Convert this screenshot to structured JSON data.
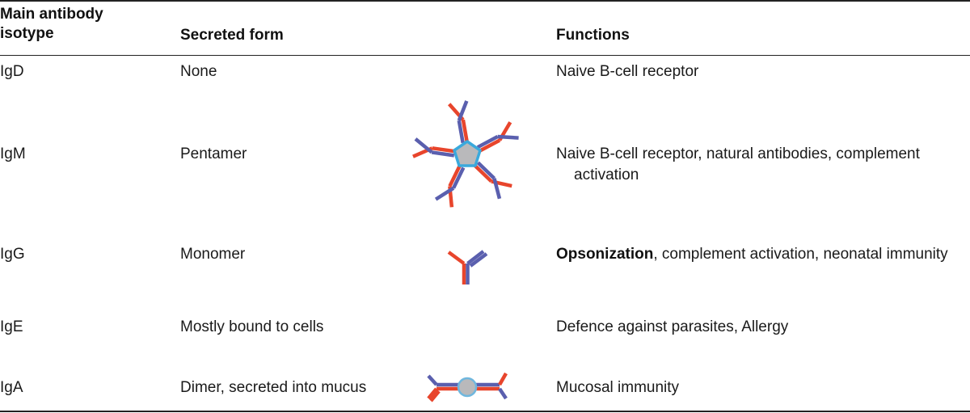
{
  "table": {
    "headers": {
      "isotype_line1": "Main antibody",
      "isotype_line2": "isotype",
      "secreted_form": "Secreted form",
      "functions": "Functions"
    },
    "rows": [
      {
        "isotype": "IgD",
        "secreted_form": "None",
        "functions_bold": "",
        "functions": "Naive B-cell receptor",
        "diagram_icon": ""
      },
      {
        "isotype": "IgM",
        "secreted_form": "Pentamer",
        "functions_bold": "",
        "functions": "Naive B-cell receptor, natural antibodies, complement activation",
        "diagram_icon": "igm-pentamer-icon"
      },
      {
        "isotype": "IgG",
        "secreted_form": "Monomer",
        "functions_bold": "Opsonization",
        "functions": ", complement activation, neonatal immunity",
        "diagram_icon": "igg-monomer-icon"
      },
      {
        "isotype": "IgE",
        "secreted_form": "Mostly bound to cells",
        "functions_bold": "",
        "functions": "Defence against parasites, Allergy",
        "diagram_icon": ""
      },
      {
        "isotype": "IgA",
        "secreted_form": "Dimer, secreted into mucus",
        "functions_bold": "",
        "functions": "Mucosal immunity",
        "diagram_icon": "iga-dimer-icon"
      }
    ]
  },
  "colors": {
    "heavy_chain_red": "#e8452c",
    "light_chain_blue": "#5a5fae",
    "core_fill": "#b9b9bb",
    "core_outline": "#3aa9dc"
  }
}
